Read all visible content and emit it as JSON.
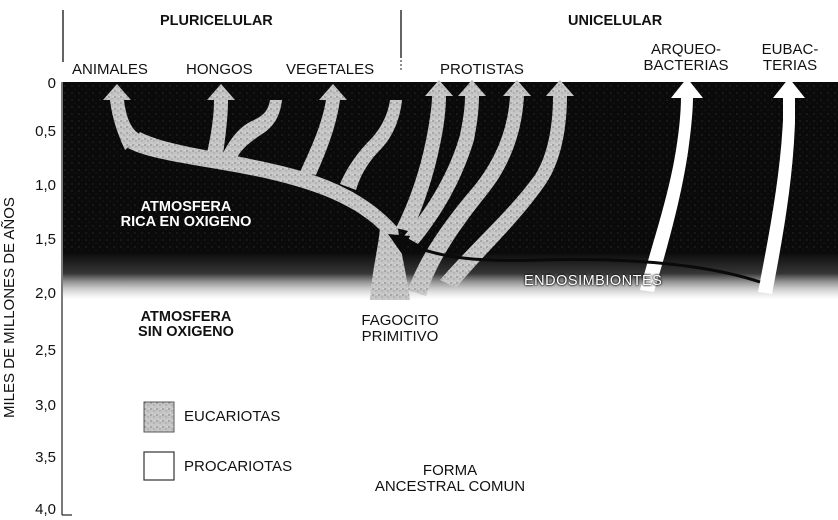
{
  "header": {
    "left": "PLURICELULAR",
    "right": "UNICELULAR"
  },
  "groups": {
    "animales": "ANIMALES",
    "hongos": "HONGOS",
    "vegetales": "VEGETALES",
    "protistas": "PROTISTAS",
    "arqueobacterias_line1": "ARQUEO-",
    "arqueobacterias_line2": "BACTERIAS",
    "eubacterias_line1": "EUBAC-",
    "eubacterias_line2": "TERIAS"
  },
  "y_axis": {
    "label": "MILES DE MILLONES DE AÑOS",
    "ticks": [
      "0",
      "0,5",
      "1,0",
      "1,5",
      "2,0",
      "2,5",
      "3,0",
      "3,5",
      "4,0"
    ]
  },
  "annotations": {
    "atm_oxygen_line1": "ATMOSFERA",
    "atm_oxygen_line2": "RICA EN OXIGENO",
    "atm_no_oxygen_line1": "ATMOSFERA",
    "atm_no_oxygen_line2": "SIN OXIGENO",
    "fagocito_line1": "FAGOCITO",
    "fagocito_line2": "PRIMITIVO",
    "endosimbiontes": "ENDOSIMBIONTES",
    "forma_line1": "FORMA",
    "forma_line2": "ANCESTRAL COMUN"
  },
  "legend": {
    "eucariotas": "EUCARIOTAS",
    "procariotas": "PROCARIOTAS"
  },
  "colors": {
    "dark_band": "#0a0a0a",
    "eukaryote_fill": "#b8b8b8",
    "prokaryote_fill": "#ffffff"
  }
}
